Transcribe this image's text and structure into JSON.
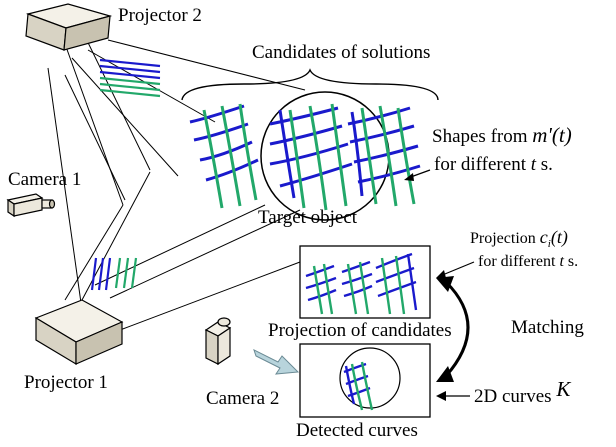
{
  "projectors": [
    {
      "label": "Projector 2"
    },
    {
      "label": "Projector 1"
    }
  ],
  "cameras": [
    {
      "label": "Camera 1"
    },
    {
      "label": "Camera 2"
    }
  ],
  "candidates_label": "Candidates of solutions",
  "target_object_label": "Target object",
  "shapes_annotation": {
    "line1_prefix": "Shapes from ",
    "line1_math": "m'(t)",
    "line2_prefix": "for different ",
    "line2_math": "t",
    "line2_suffix": " s."
  },
  "projection_annotation": {
    "line1_prefix": "Projection ",
    "line1_math_c": "c",
    "line1_math_sub": "i",
    "line1_math_arg": "(t)",
    "line2_prefix": "for different ",
    "line2_math": "t",
    "line2_suffix": " s."
  },
  "projection_box_label": "Projection of candidates",
  "detected_box_label": "Detected curves",
  "matching_label": "Matching",
  "curves2d": {
    "prefix": "2D curves ",
    "math": "K"
  },
  "colors": {
    "blue": "#1a1acc",
    "green": "#22a86a",
    "arrow_fill": "#b8d4dc",
    "device_fill": "#ece8dc"
  }
}
